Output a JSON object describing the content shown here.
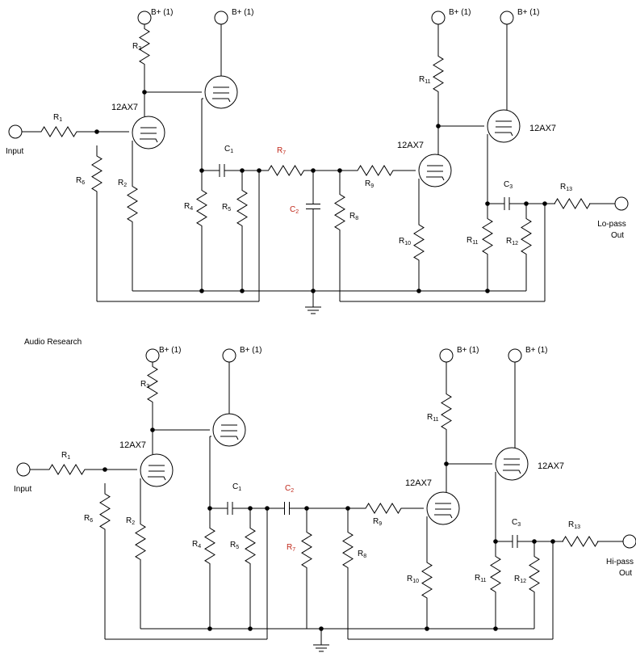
{
  "circuits": {
    "top": {
      "input_label": "Input",
      "output_label_1": "Lo-pass",
      "output_label_2": "Out",
      "b_plus": "B+ (1)",
      "tube": "12AX7",
      "R1": "R1",
      "R2": "R2",
      "R3": "R3",
      "R4": "R4",
      "R5": "R5",
      "R6": "R6",
      "R7": "R7",
      "R8": "R8",
      "R9": "R9",
      "R10": "R10",
      "R11": "R11",
      "R12": "R12",
      "R13": "R13",
      "C1": "C1",
      "C2": "C2",
      "C3": "C3"
    },
    "bottom": {
      "title": "Audio Research",
      "input_label": "Input",
      "output_label_1": "Hi-pass",
      "output_label_2": "Out",
      "b_plus": "B+ (1)",
      "tube": "12AX7",
      "R1": "R1",
      "R2": "R2",
      "R3": "R3",
      "R4": "R4",
      "R5": "R5",
      "R6": "R6",
      "R7": "R7",
      "R8": "R8",
      "R9": "R9",
      "R10": "R10",
      "R11": "R11",
      "R12": "R12",
      "R13": "R13",
      "C1": "C1",
      "C2": "C2",
      "C3": "C3"
    }
  },
  "colors": {
    "wire": "#000000",
    "highlight": "#c0281a"
  }
}
